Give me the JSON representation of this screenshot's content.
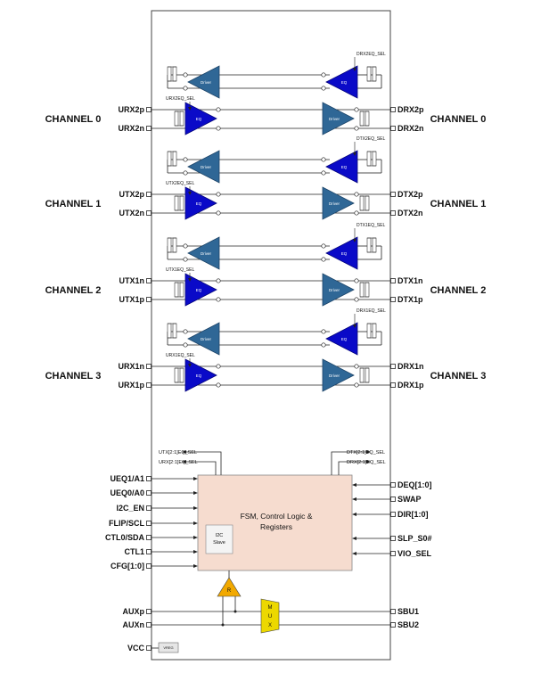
{
  "left_channels": [
    "CHANNEL 0",
    "CHANNEL 1",
    "CHANNEL 2",
    "CHANNEL 3"
  ],
  "right_channels": [
    "CHANNEL 0",
    "CHANNEL 1",
    "CHANNEL 2",
    "CHANNEL 3"
  ],
  "channels": [
    {
      "left_p": "URX2p",
      "left_n": "URX2n",
      "right_p": "DRX2p",
      "right_n": "DRX2n",
      "top_sel": "DRX2EQ_SEL",
      "bot_sel": "URX2EQ_SEL"
    },
    {
      "left_p": "UTX2p",
      "left_n": "UTX2n",
      "right_p": "DTX2p",
      "right_n": "DTX2n",
      "top_sel": "DTX2EQ_SEL",
      "bot_sel": "UTX2EQ_SEL"
    },
    {
      "left_p": "UTX1n",
      "left_n": "UTX1p",
      "right_p": "DTX1n",
      "right_n": "DTX1p",
      "top_sel": "DTX1EQ_SEL",
      "bot_sel": "UTX1EQ_SEL"
    },
    {
      "left_p": "URX1n",
      "left_n": "URX1p",
      "right_p": "DRX1n",
      "right_n": "DRX1p",
      "top_sel": "DRX1EQ_SEL",
      "bot_sel": "URX1EQ_SEL"
    }
  ],
  "amp_labels": {
    "driver": "Driver",
    "eq": "EQ"
  },
  "control": {
    "block_label_1": "FSM, Control Logic &",
    "block_label_2": "Registers",
    "i2c_label_1": "I2C",
    "i2c_label_2": "Slave",
    "left_sel_1": "UTX[2:1]EQ_SEL",
    "left_sel_2": "URX[2:1]EQ_SEL",
    "right_sel_1": "DTX[2:1]EQ_SEL",
    "right_sel_2": "DRX[2:1]EQ_SEL",
    "left_pins": [
      "UEQ1/A1",
      "UEQ0/A0",
      "I2C_EN",
      "FLIP/SCL",
      "CTL0/SDA",
      "CTL1",
      "CFG[1:0]"
    ],
    "right_pins": [
      "DEQ[1:0]",
      "SWAP",
      "DIR[1:0]",
      "SLP_S0#",
      "VIO_SEL"
    ]
  },
  "aux": {
    "aux_p": "AUXp",
    "aux_n": "AUXn",
    "sbu1": "SBU1",
    "sbu2": "SBU2",
    "mux": "MUX",
    "comp": "R",
    "vcc": "VCC",
    "vreg": "VREG"
  },
  "colors": {
    "amp": "#2f6796",
    "eq_amp": "#0a0ac8",
    "ctrl_fill": "#f6dccf",
    "comp_fill": "#f2a900",
    "mux_fill": "#ecd800"
  }
}
